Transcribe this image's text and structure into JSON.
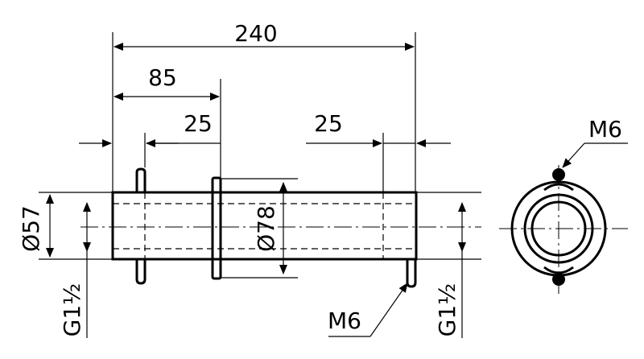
{
  "dimensions": {
    "overall_length": "240",
    "flange_position": "85",
    "left_offset": "25",
    "right_offset": "25",
    "outer_diameter": "Ø57",
    "flange_diameter": "Ø78",
    "thread_left": "G1½",
    "thread_right": "G1½"
  },
  "callouts": {
    "pin_thread_bottom": "M6",
    "pin_thread_end_view": "M6"
  }
}
